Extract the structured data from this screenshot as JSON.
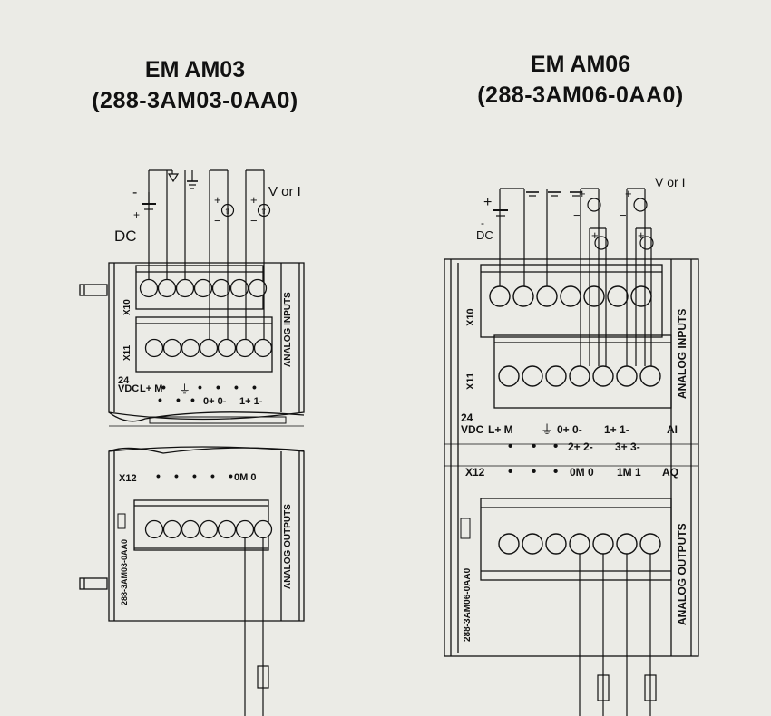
{
  "left_module": {
    "title": "EM AM03",
    "part_number": "(288-3AM03-0AA0)",
    "polarity_minus": "-",
    "polarity_plus": "+",
    "supply_label": "DC",
    "signal_label": "V or I",
    "x10_label": "X10",
    "x11_label": "X11",
    "x12_label": "X12",
    "vdc_24": "24",
    "vdc_label": "VDC",
    "lplus_m": "L+  M",
    "ground_symbol": "⏚",
    "ch0": "0+  0-",
    "ch1": "1+  1-",
    "out_ch": "0M  0",
    "inputs_label": "ANALOG INPUTS",
    "outputs_label": "ANALOG OUTPUTS",
    "side_part": "288-3AM03-0AA0"
  },
  "right_module": {
    "title": "EM AM06",
    "part_number": "(288-3AM06-0AA0)",
    "polarity_minus": "-",
    "polarity_plus": "+",
    "supply_label": "DC",
    "signal_label": "V or I",
    "x10_label": "X10",
    "x11_label": "X11",
    "x12_label": "X12",
    "vdc_24": "24",
    "vdc_label": "VDC",
    "lplus_m": "L+   M",
    "ch0": "0+   0-",
    "ch1": "1+   1-",
    "ai_label": "AI",
    "ch2": "2+   2-",
    "ch3": "3+   3-",
    "out0": "0M    0",
    "out1": "1M    1",
    "aq_label": "AQ",
    "inputs_label": "ANALOG  INPUTS",
    "outputs_label": "ANALOG  OUTPUTS",
    "side_part": "288-3AM06-0AA0"
  }
}
